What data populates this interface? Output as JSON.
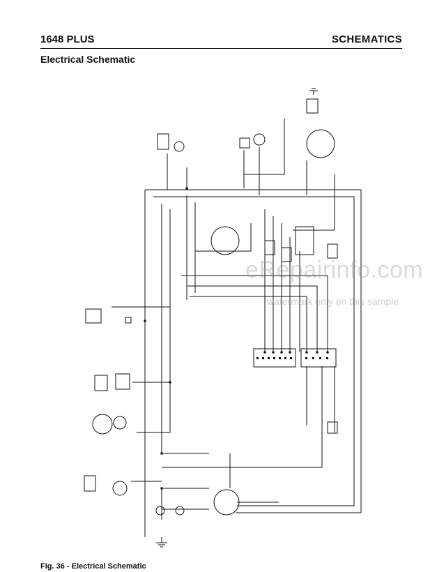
{
  "header": {
    "model": "1648 PLUS",
    "section": "SCHEMATICS"
  },
  "subtitle": "Electrical Schematic",
  "caption": "Fig. 36 - Electrical Schematic",
  "watermark": {
    "brand": "eRepairinfo.com",
    "note": "watermark only on this sample"
  },
  "colors": {
    "ink": "#111111",
    "watermark": "#9a9a9a"
  }
}
